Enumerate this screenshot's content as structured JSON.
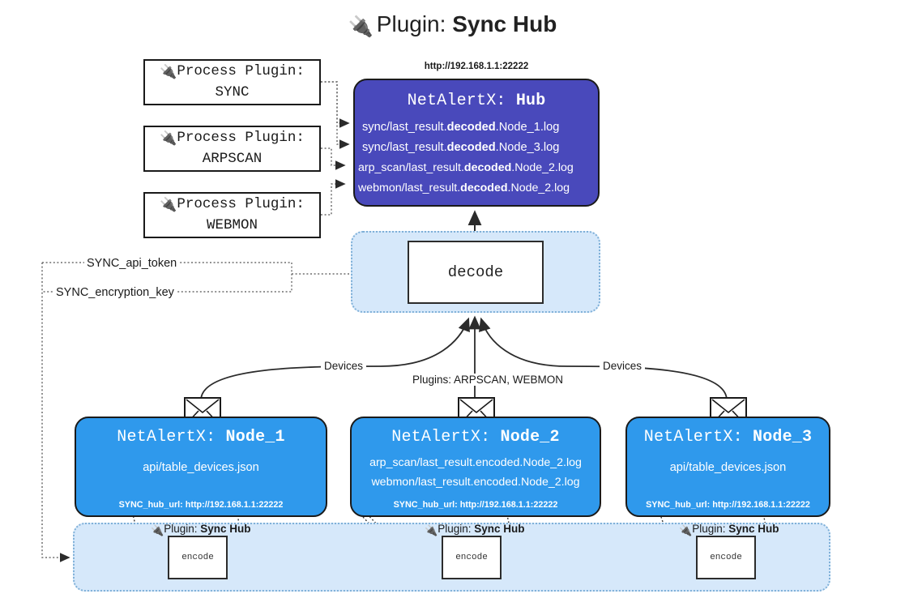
{
  "title": {
    "icon": "plug-icon",
    "prefix": "Plugin:",
    "name": "Sync Hub"
  },
  "process_plugins": [
    {
      "icon": "plug-icon",
      "line1": "Process Plugin:",
      "line2": "SYNC"
    },
    {
      "icon": "plug-icon",
      "line1": "Process Plugin:",
      "line2": "ARPSCAN"
    },
    {
      "icon": "plug-icon",
      "line1": "Process Plugin:",
      "line2": "WEBMON"
    }
  ],
  "hub": {
    "url": "http://192.168.1.1:22222",
    "title_prefix": "NetAlertX:",
    "title_name": "Hub",
    "files": [
      {
        "pre": "sync/last_result.",
        "mid": "decoded",
        "post": ".Node_1.log"
      },
      {
        "pre": "sync/last_result.",
        "mid": "decoded",
        "post": ".Node_3.log"
      },
      {
        "pre": "arp_scan/last_result.",
        "mid": "decoded",
        "post": ".Node_2.log"
      },
      {
        "pre": "webmon/last_result.",
        "mid": "decoded",
        "post": ".Node_2.log"
      }
    ]
  },
  "decode": {
    "label": "decode"
  },
  "keys": {
    "api_token": "SYNC_api_token",
    "encryption_key": "SYNC_encryption_key"
  },
  "edges": {
    "devices_left": "Devices",
    "devices_right": "Devices",
    "plugins": "Plugins: ARPSCAN, WEBMON"
  },
  "nodes": [
    {
      "title_prefix": "NetAlertX:",
      "title_name": "Node_1",
      "rows": [
        "api/table_devices.json"
      ],
      "footer": "SYNC_hub_url: http://192.168.1.1:22222",
      "envelope_icon": "envelope-icon"
    },
    {
      "title_prefix": "NetAlertX:",
      "title_name": "Node_2",
      "rows": [
        "arp_scan/last_result.encoded.Node_2.log",
        "webmon/last_result.encoded.Node_2.log"
      ],
      "footer": "SYNC_hub_url: http://192.168.1.1:22222",
      "envelope_icon": "envelope-icon"
    },
    {
      "title_prefix": "NetAlertX:",
      "title_name": "Node_3",
      "rows": [
        "api/table_devices.json"
      ],
      "footer": "SYNC_hub_url: http://192.168.1.1:22222",
      "envelope_icon": "envelope-icon"
    }
  ],
  "encoders": [
    {
      "plugin_prefix": "Plugin:",
      "plugin_name": "Sync Hub",
      "label": "encode",
      "icon": "plug-icon"
    },
    {
      "plugin_prefix": "Plugin:",
      "plugin_name": "Sync Hub",
      "label": "encode",
      "icon": "plug-icon"
    },
    {
      "plugin_prefix": "Plugin:",
      "plugin_name": "Sync Hub",
      "label": "encode",
      "icon": "plug-icon"
    }
  ],
  "colors": {
    "hub_fill": "#4949bb",
    "node_fill": "#2f99ec",
    "region_fill": "#d6e8fa",
    "region_border": "#7fb0d8",
    "stroke": "#1a1a1a",
    "background": "#ffffff"
  }
}
